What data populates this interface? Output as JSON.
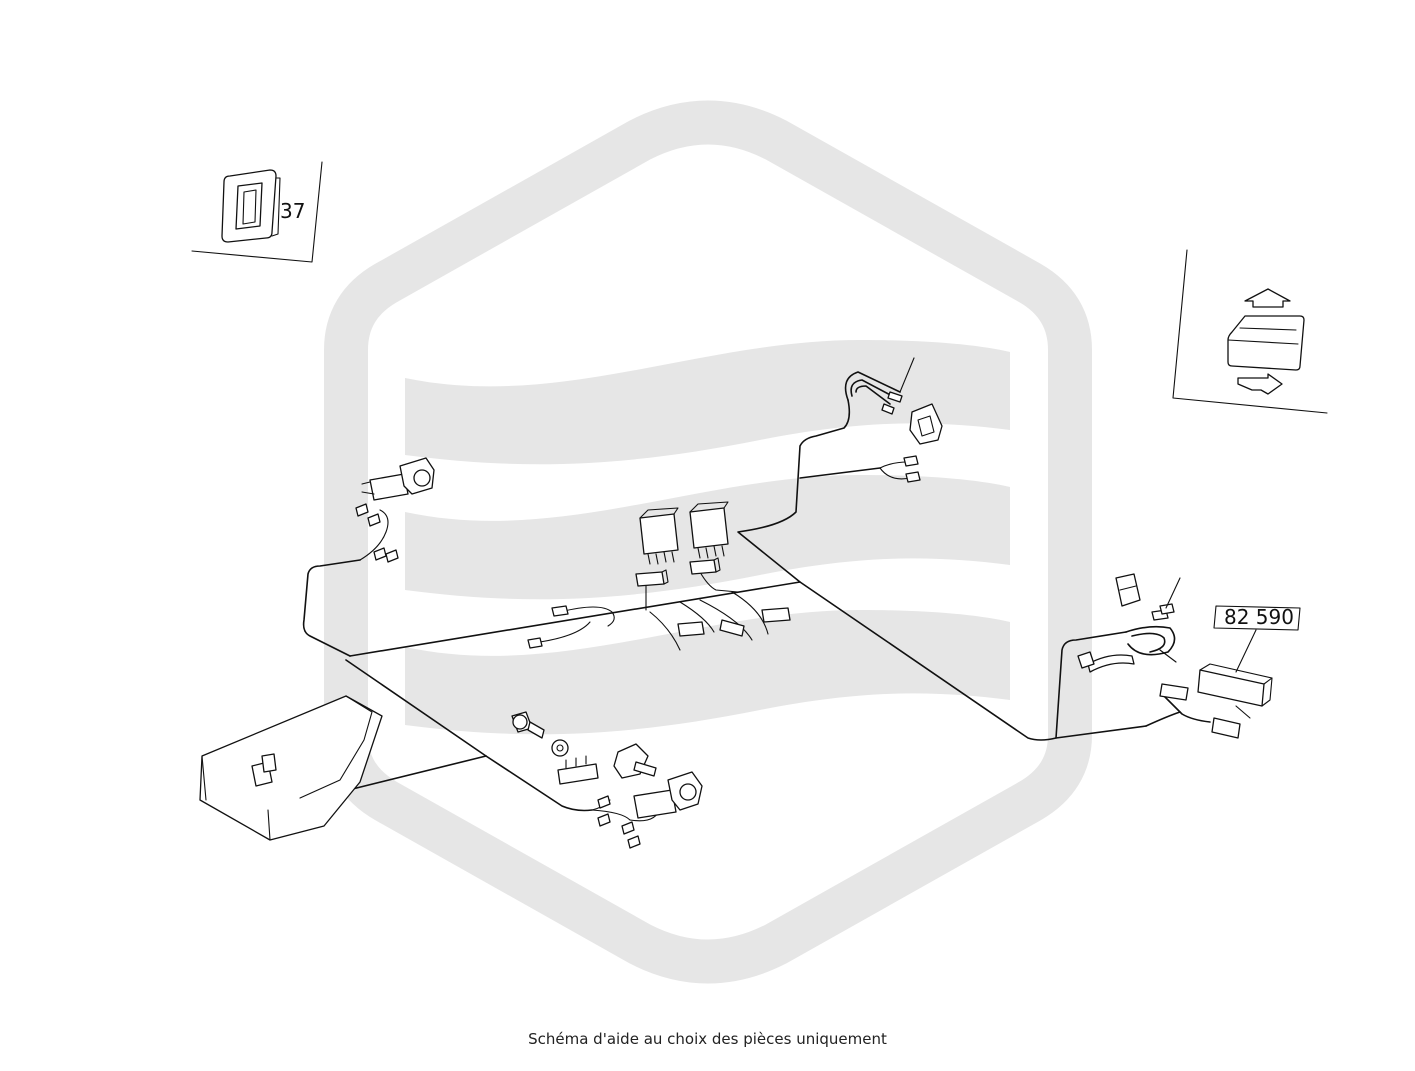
{
  "callouts": {
    "ref_37": "37",
    "ref_82590": "82 590"
  },
  "caption": "Schéma d'aide au choix des pièces uniquement",
  "colors": {
    "line": "#111111",
    "watermark": "#e6e6e6",
    "background": "#ffffff"
  },
  "icons": {
    "watermark": "hexagon-logo-watermark",
    "inset_left": "switch-bezel-icon",
    "inset_right": "seat-adjust-arrows-icon"
  }
}
